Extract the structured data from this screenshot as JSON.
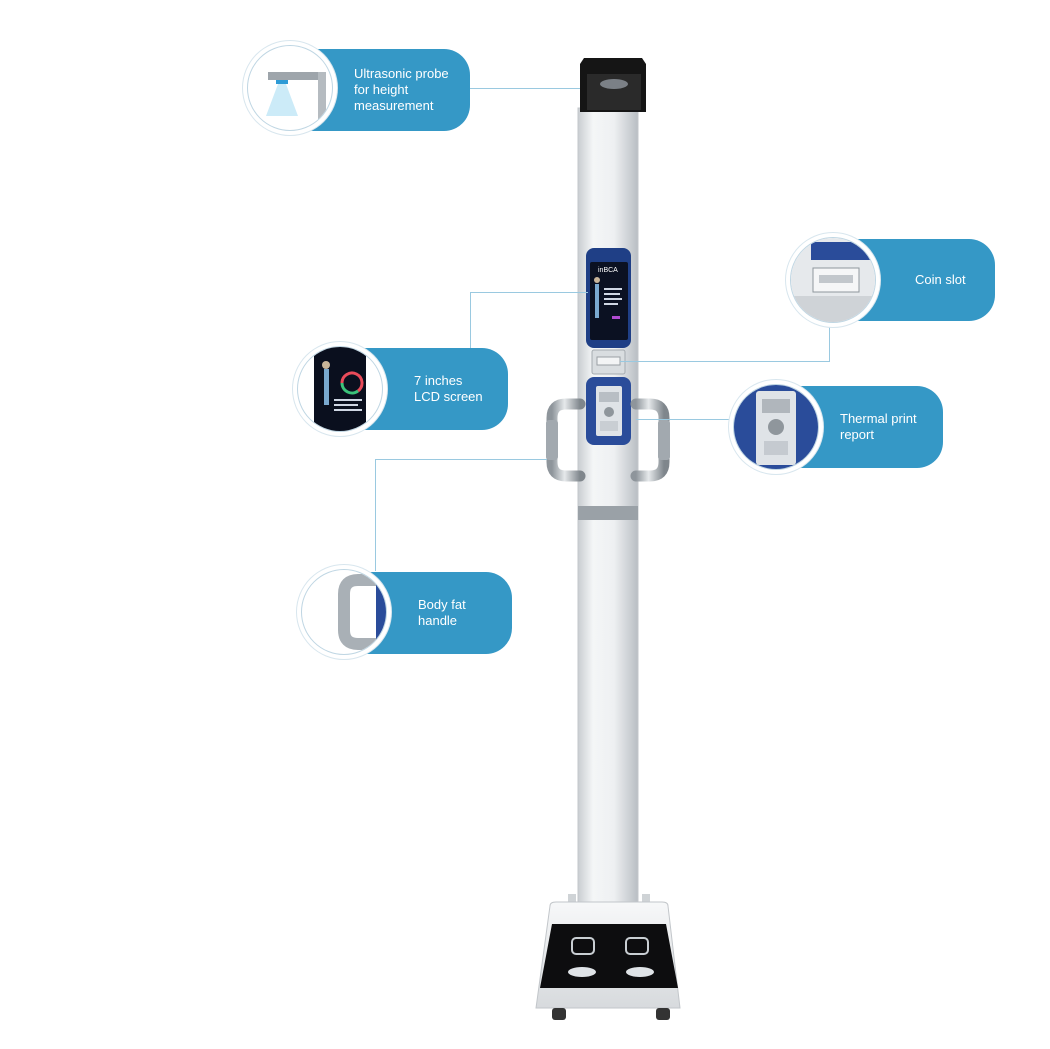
{
  "callouts": {
    "probe": {
      "text": "Ultrasonic probe\nfor height\nmeasurement",
      "thumb_icon": "ultrasonic-probe-icon"
    },
    "lcd": {
      "text": "7 inches\nLCD screen",
      "thumb_icon": "lcd-screen-icon"
    },
    "handle": {
      "text": "Body fat\nhandle",
      "thumb_icon": "handle-icon"
    },
    "coin": {
      "text": "Coin slot",
      "thumb_icon": "coin-slot-icon"
    },
    "thermal": {
      "text": "Thermal print\nreport",
      "thumb_icon": "thermal-printer-icon"
    }
  },
  "screen": {
    "brand": "inBCA"
  },
  "colors": {
    "callout_blue": "#3598c6",
    "leader_line": "#9ac9e0",
    "column_silver": "#e8ebed",
    "panel_navy": "#2a4c9a",
    "head_black": "#111111"
  }
}
